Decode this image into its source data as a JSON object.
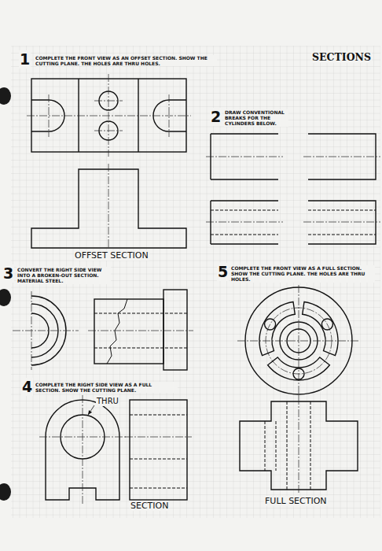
{
  "diagram": {
    "title": "SECTIONS",
    "labels": [
      "1",
      "COMPLETE THE FRONT VIEW AS AN OFFSET SECTION. SHOW THE CUTTING PLANE. THE HOLES ARE THRU HOLES.",
      "OFFSET SECTION",
      "2",
      "DRAW CONVENTIONAL BREAKS FOR THE CYLINDERS BELOW.",
      "3",
      "CONVERT THE RIGHT SIDE VIEW INTO A BROKEN-OUT SECTION. MATERIAL STEEL.",
      "4",
      "COMPLETE THE RIGHT SIDE VIEW AS A FULL SECTION. SHOW THE CUTTING PLANE.",
      "THRU",
      "SECTION",
      "5",
      "COMPLETE THE FRONT VIEW AS A FULL SECTION. SHOW THE CUTTING PLANE. THE HOLES ARE THRU HOLES.",
      "FULL SECTION"
    ]
  }
}
